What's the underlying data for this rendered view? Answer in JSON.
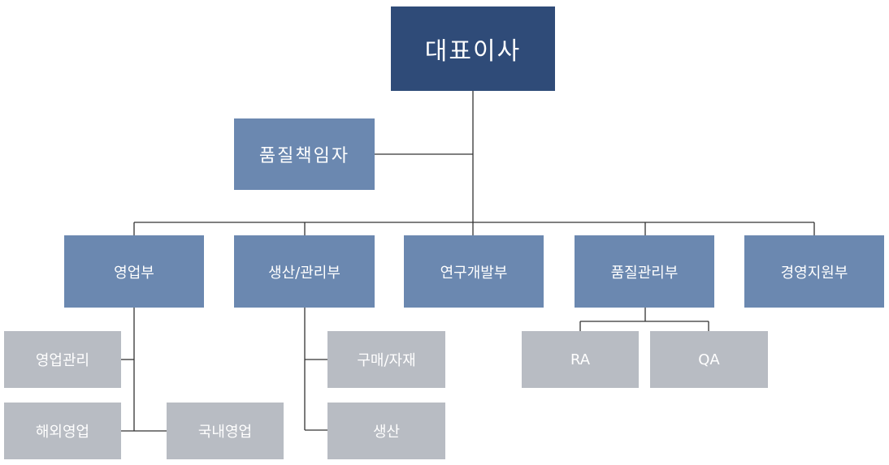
{
  "org_chart": {
    "ceo": "대표이사",
    "quality_officer": "품질책임자",
    "departments": {
      "sales": "영업부",
      "production": "생산/관리부",
      "rnd": "연구개발부",
      "quality": "품질관리부",
      "management": "경영지원부"
    },
    "sales_teams": {
      "sales_management": "영업관리",
      "overseas_sales": "해외영업",
      "domestic_sales": "국내영업"
    },
    "production_teams": {
      "purchasing": "구매/자재",
      "manufacturing": "생산"
    },
    "quality_teams": {
      "ra": "RA",
      "qa": "QA"
    }
  },
  "colors": {
    "ceo_box": "#2f4b78",
    "dept_box": "#6b88b0",
    "team_box": "#b8bcc3",
    "connector": "#333333"
  }
}
